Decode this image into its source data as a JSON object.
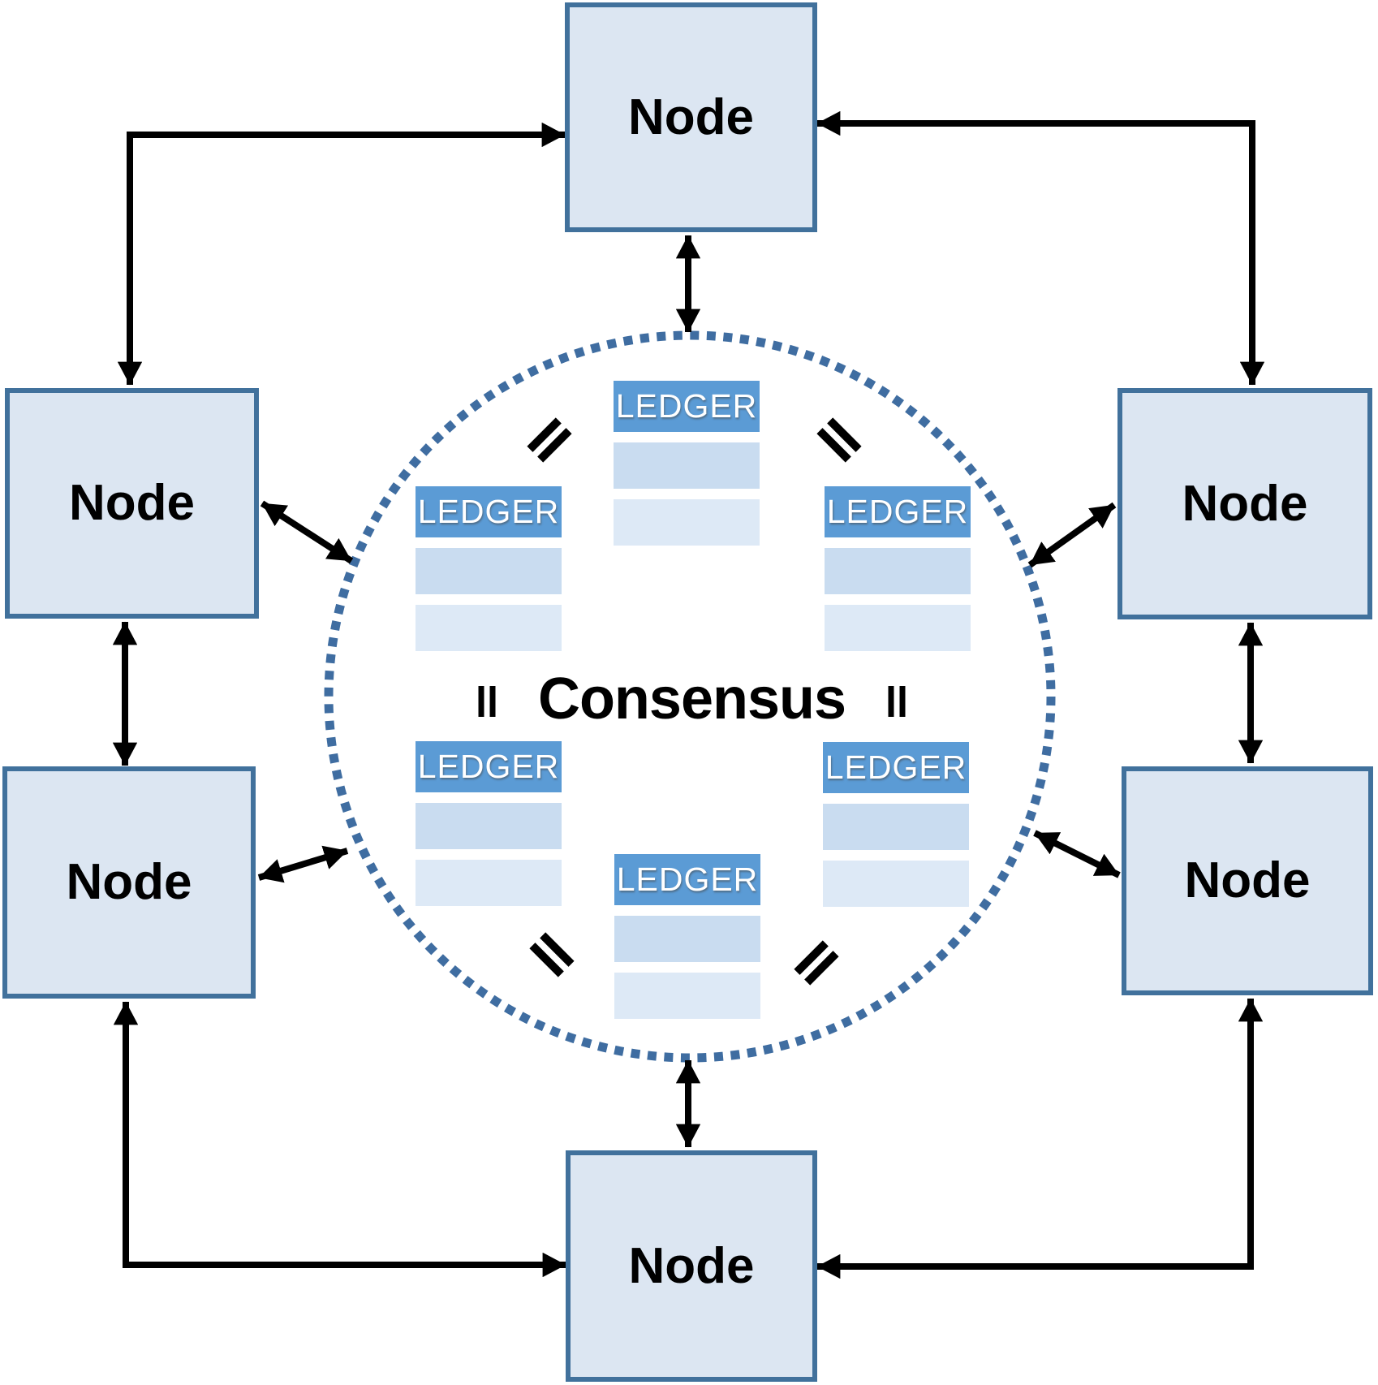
{
  "diagram": {
    "consensus_label": "Consensus",
    "nodes": [
      {
        "id": "top",
        "label": "Node"
      },
      {
        "id": "left-upper",
        "label": "Node"
      },
      {
        "id": "right-upper",
        "label": "Node"
      },
      {
        "id": "left-lower",
        "label": "Node"
      },
      {
        "id": "right-lower",
        "label": "Node"
      },
      {
        "id": "bottom",
        "label": "Node"
      }
    ],
    "ledgers": [
      {
        "id": "top",
        "title": "LEDGER",
        "row_count": 2
      },
      {
        "id": "left",
        "title": "LEDGER",
        "row_count": 2
      },
      {
        "id": "right",
        "title": "LEDGER",
        "row_count": 2
      },
      {
        "id": "bottom-left",
        "title": "LEDGER",
        "row_count": 2
      },
      {
        "id": "bottom-right",
        "title": "LEDGER",
        "row_count": 2
      },
      {
        "id": "bottom",
        "title": "LEDGER",
        "row_count": 2
      }
    ],
    "equals_marks": [
      "upper-left",
      "upper-right",
      "middle-left",
      "middle-right",
      "lower-left",
      "lower-right"
    ],
    "connections": {
      "node_to_node_corner_links": 4,
      "node_to_node_side_links": 2,
      "node_to_consensus_links": 6,
      "style": "double-headed arrows"
    },
    "colors": {
      "node-fill": "#dce6f2",
      "node-border": "#41719c",
      "ledger-header": "#5b9bd5",
      "ledger-row1": "#c9dcf0",
      "ledger-row2": "#dde9f6",
      "circle": "#3f6da1",
      "arrow": "#000000"
    }
  }
}
